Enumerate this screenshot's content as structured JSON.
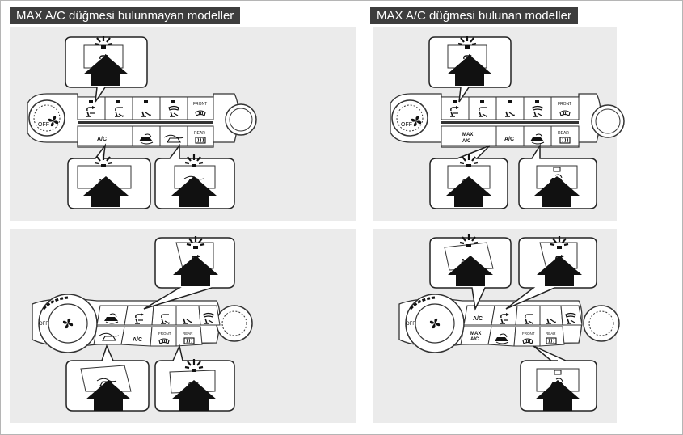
{
  "headers": {
    "left": "MAX A/C düğmesi bulunmayan modeller",
    "right": "MAX A/C düğmesi bulunan modeller"
  },
  "labels": {
    "off": "OFF",
    "ac": "A/C",
    "max": "MAX",
    "front": "FRONT",
    "rear": "REAR"
  },
  "icons": {
    "vent_face": "vent-face-icon",
    "vent_bilevel": "vent-bilevel-icon",
    "vent_floor": "vent-floor-icon",
    "vent_floor_defrost": "vent-floor-defrost-icon",
    "front_defrost": "front-defrost-icon",
    "rear_defrost": "rear-defrost-icon",
    "recirculation": "recirculation-icon",
    "fresh_air": "fresh-air-icon",
    "fan": "fan-icon",
    "press_arrow": "press-arrow-icon"
  },
  "colors": {
    "header_bg": "#3d3d3d",
    "panel_bg": "#ebebeb",
    "arrow": "#111111"
  }
}
